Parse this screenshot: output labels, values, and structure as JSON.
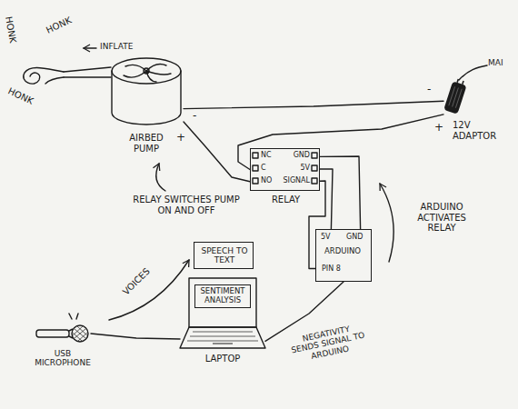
{
  "diagram": {
    "nodes": [
      {
        "text": [
          "AIRBED PUMP"
        ]
      },
      {
        "text": [
          "12V ADAPTOR"
        ]
      },
      {
        "text": [
          "RELAY"
        ]
      },
      {
        "text": [
          "ARDUINO"
        ]
      },
      {
        "text": [
          "SPEECH TO TEXT"
        ]
      },
      {
        "text": [
          "SENTIMENT ANALYSIS",
          "LAPTOP"
        ]
      },
      {
        "text": [
          "USB MICROPHONE"
        ]
      }
    ],
    "edges": [
      {
        "from": 0,
        "to": 1,
        "arrow": "none"
      },
      {
        "from": 0,
        "to": 2,
        "arrow": "none"
      },
      {
        "from": 1,
        "to": 2,
        "arrow": "none"
      },
      {
        "from": 2,
        "to": 3,
        "arrow": "none"
      },
      {
        "from": 2,
        "to": 3,
        "arrow": "none"
      },
      {
        "from": 2,
        "to": 3,
        "arrow": "none"
      },
      {
        "from": 5,
        "to": 3,
        "arrow": "none"
      },
      {
        "from": 6,
        "to": 5,
        "arrow": "none"
      }
    ],
    "labels": [
      "HONK",
      "HONK",
      "HONK",
      "INFLATE",
      "-",
      "+",
      "-",
      "+",
      "MAI",
      "NC",
      "C",
      "NO",
      "GND",
      "5V",
      "SIGNAL",
      "RELAY SWITCHES PUMP ON AND OFF",
      "ARDUINO ACTIVATES RELAY",
      "5V",
      "GND",
      "PIN 8",
      "VOICES",
      "NEGATIVITY SENDS SIGNAL TO ARDUINO"
    ]
  }
}
